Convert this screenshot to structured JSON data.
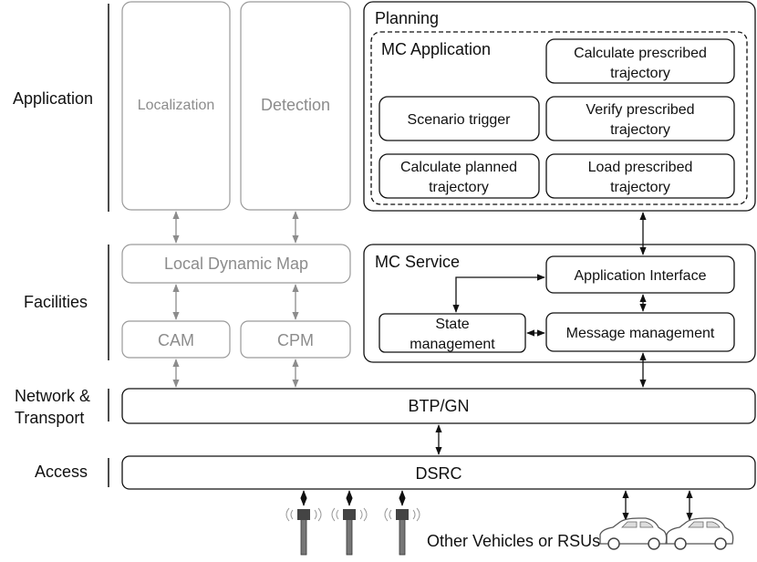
{
  "layers": {
    "application": "Application",
    "facilities": "Facilities",
    "network_line1": "Network &",
    "network_line2": "Transport",
    "access": "Access"
  },
  "gray_modules": {
    "localization": "Localization",
    "detection": "Detection",
    "ldm": "Local Dynamic Map",
    "cam": "CAM",
    "cpm": "CPM"
  },
  "planning": {
    "title": "Planning",
    "mc_application": {
      "title": "MC Application",
      "calc_prescribed_l1": "Calculate prescribed",
      "calc_prescribed_l2": "trajectory",
      "scenario_trigger": "Scenario trigger",
      "verify_prescribed_l1": "Verify prescribed",
      "verify_prescribed_l2": "trajectory",
      "calc_planned_l1": "Calculate planned",
      "calc_planned_l2": "trajectory",
      "load_prescribed_l1": "Load prescribed",
      "load_prescribed_l2": "trajectory"
    }
  },
  "mc_service": {
    "title": "MC Service",
    "app_interface": "Application Interface",
    "state_l1": "State",
    "state_l2": "management",
    "message_mgmt": "Message management"
  },
  "btp": "BTP/GN",
  "dsrc": "DSRC",
  "other_vehicles": "Other Vehicles or RSUs",
  "colors": {
    "gray": "#8c8c8c",
    "black": "#111111"
  },
  "icons": [
    "antenna-icon",
    "car-icon"
  ]
}
